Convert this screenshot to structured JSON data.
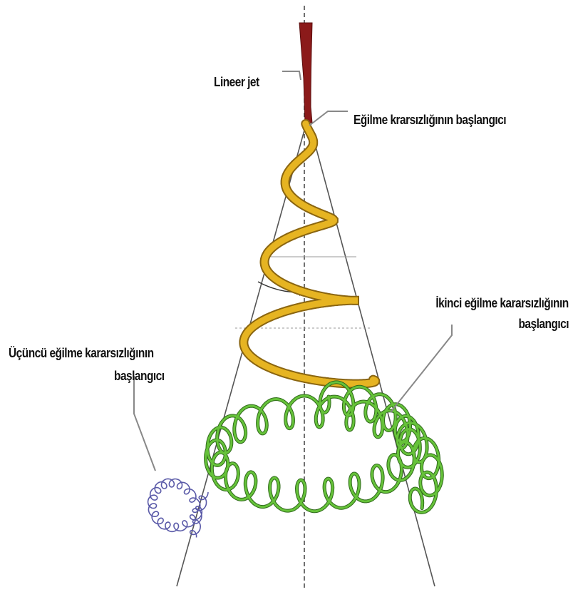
{
  "labels": {
    "linear_jet": "Lineer jet",
    "first_onset": "Eğilme krarsızlığının başlangıcı",
    "second_onset_line1": "İkinci eğilme kararsızlığının",
    "second_onset_line2": "başlangıcı",
    "third_onset_line1": "Üçüncü eğilme kararsızlığının",
    "third_onset_line2": "başlangıcı"
  },
  "colors": {
    "linear_jet": "#8b1a1a",
    "first_helix": "#e6b422",
    "second_helix": "#66c23a",
    "third_helix": "#5a5aa8",
    "envelope": "#555555",
    "axis": "#333333",
    "leader": "#888888"
  }
}
